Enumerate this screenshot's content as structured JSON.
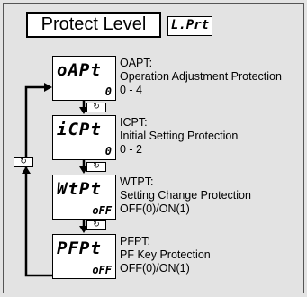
{
  "title": "Protect Level",
  "title_code": "L.Prt",
  "key_icon_name": "mode-key-icon",
  "params": [
    {
      "code": "oAPt",
      "value": "0",
      "abbr": "OAPT:",
      "name": "Operation Adjustment Protection",
      "range": "0 - 4"
    },
    {
      "code": "iCPt",
      "value": "0",
      "abbr": "ICPT:",
      "name": "Initial Setting Protection",
      "range": "0 - 2"
    },
    {
      "code": "WtPt",
      "value": "oFF",
      "abbr": "WTPT:",
      "name": "Setting Change Protection",
      "range": "OFF(0)/ON(1)"
    },
    {
      "code": "PFPt",
      "value": "oFF",
      "abbr": "PFPT:",
      "name": "PF Key Protection",
      "range": "OFF(0)/ON(1)"
    }
  ]
}
